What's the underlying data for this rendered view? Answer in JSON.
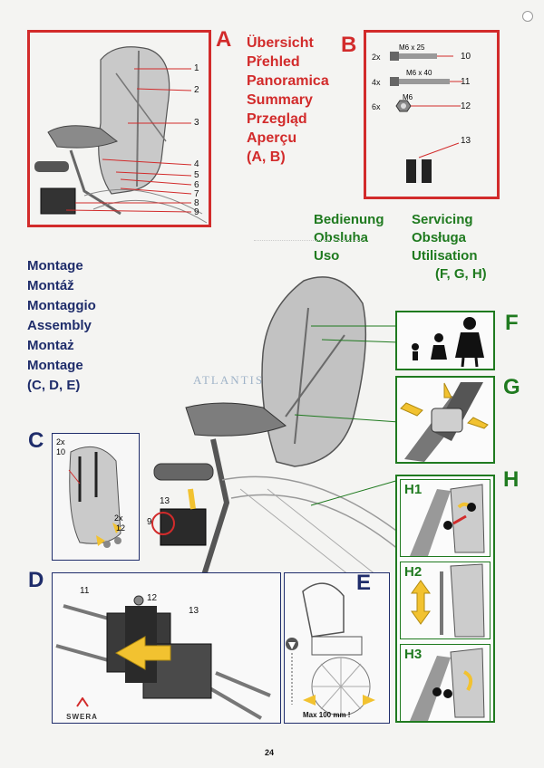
{
  "section_a": {
    "letter": "A",
    "titles": [
      "Übersicht",
      "Přehled",
      "Panoramica",
      "Summary",
      "Przegląd",
      "Aperçu",
      "(A, B)"
    ],
    "callouts": [
      "1",
      "2",
      "3",
      "4",
      "5",
      "6",
      "7",
      "8",
      "9"
    ]
  },
  "section_b": {
    "letter": "B",
    "parts": [
      {
        "qty": "2x",
        "size": "M6 x 25",
        "num": "10"
      },
      {
        "qty": "4x",
        "size": "M6 x 40",
        "num": "11"
      },
      {
        "qty": "6x",
        "size": "M6",
        "num": "12"
      },
      {
        "qty": "",
        "size": "",
        "num": "13"
      }
    ]
  },
  "servicing": {
    "col1": [
      "Bedienung",
      "Obsluha",
      "Uso"
    ],
    "col2": [
      "Servicing",
      "Obsługa",
      "Utilisation"
    ],
    "letters": "(F, G, H)"
  },
  "assembly": {
    "titles": [
      "Montage",
      "Montáž",
      "Montaggio",
      "Assembly",
      "Montaż",
      "Montage",
      "(C, D, E)"
    ]
  },
  "center": {
    "callouts": [
      "13",
      "9"
    ],
    "watermark": "ATLANTIS"
  },
  "section_c": {
    "letter": "C",
    "labels": [
      "2x",
      "10",
      "2x",
      "12"
    ]
  },
  "section_d": {
    "letter": "D",
    "callouts": [
      "11",
      "12",
      "13"
    ],
    "brand": "SWERA"
  },
  "section_e": {
    "letter": "E",
    "caption": "Max 100 mm !"
  },
  "section_f": {
    "letter": "F"
  },
  "section_g": {
    "letter": "G"
  },
  "section_h": {
    "letter": "H",
    "panels": [
      "H1",
      "H2",
      "H3"
    ]
  },
  "page": {
    "number": "24"
  },
  "colors": {
    "red": "#d22b2b",
    "green": "#1f7a1f",
    "blue": "#1f2d6b",
    "yellow": "#f2c230"
  }
}
